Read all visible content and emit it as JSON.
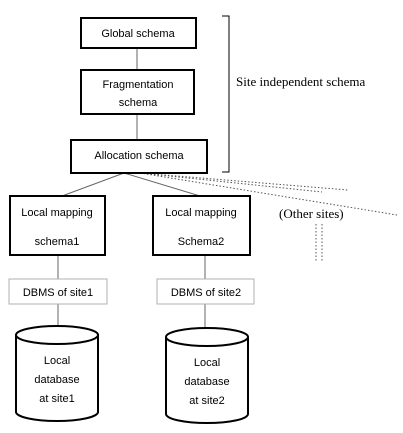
{
  "nodes": {
    "global_schema": "Global schema",
    "fragmentation_line1": "Fragmentation",
    "fragmentation_line2": "schema",
    "allocation_schema": "Allocation schema",
    "local_mapping1_line1": "Local mapping",
    "local_mapping1_line2": "schema1",
    "local_mapping2_line1": "Local mapping",
    "local_mapping2_line2": "Schema2",
    "dbms_site1": "DBMS of site1",
    "dbms_site2": "DBMS of site2",
    "db1_line1": "Local",
    "db1_line2": "database",
    "db1_line3": "at site1",
    "db2_line1": "Local",
    "db2_line2": "database",
    "db2_line3": "at site2"
  },
  "labels": {
    "site_independent": "Site independent schema",
    "other_sites": "(Other sites)"
  },
  "colors": {
    "stroke": "#000000",
    "light_stroke": "#b0b0b0",
    "connector": "#666666"
  }
}
